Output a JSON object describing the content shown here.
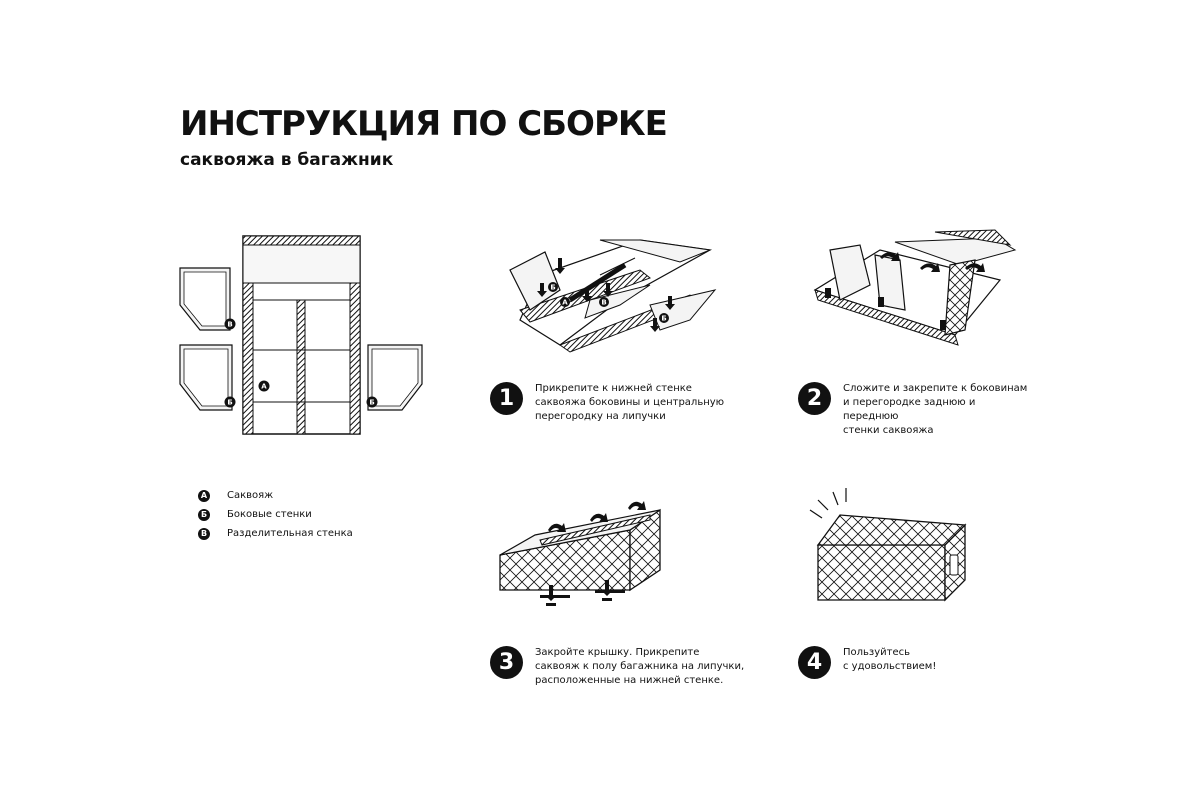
{
  "header": {
    "title": "ИНСТРУКЦИЯ ПО СБОРКЕ",
    "subtitle": "саквояжа в багажник"
  },
  "diagram_labels": {
    "a": "А",
    "b": "Б",
    "v": "В"
  },
  "legend": [
    {
      "letter": "А",
      "text": "Саквояж"
    },
    {
      "letter": "Б",
      "text": "Боковые стенки"
    },
    {
      "letter": "В",
      "text": "Разделительная стенка"
    }
  ],
  "steps": [
    {
      "number": "1",
      "lines": [
        "Прикрепите к нижней стенке",
        "саквояжа боковины и центральную",
        "перегородку на липучки"
      ]
    },
    {
      "number": "2",
      "lines": [
        "Сложите и закрепите к боковинам",
        "и перегородке заднюю и переднюю",
        "стенки саквояжа"
      ]
    },
    {
      "number": "3",
      "lines": [
        "Закройте крышку. Прикрепите",
        "саквояж к полу багажника на липучки,",
        "расположенные на нижней стенке."
      ]
    },
    {
      "number": "4",
      "lines": [
        "Пользуйтесь",
        "с удовольствием!"
      ]
    }
  ],
  "colors": {
    "ink": "#111111",
    "background": "#ffffff",
    "panel_fill": "#f4f4f4"
  }
}
